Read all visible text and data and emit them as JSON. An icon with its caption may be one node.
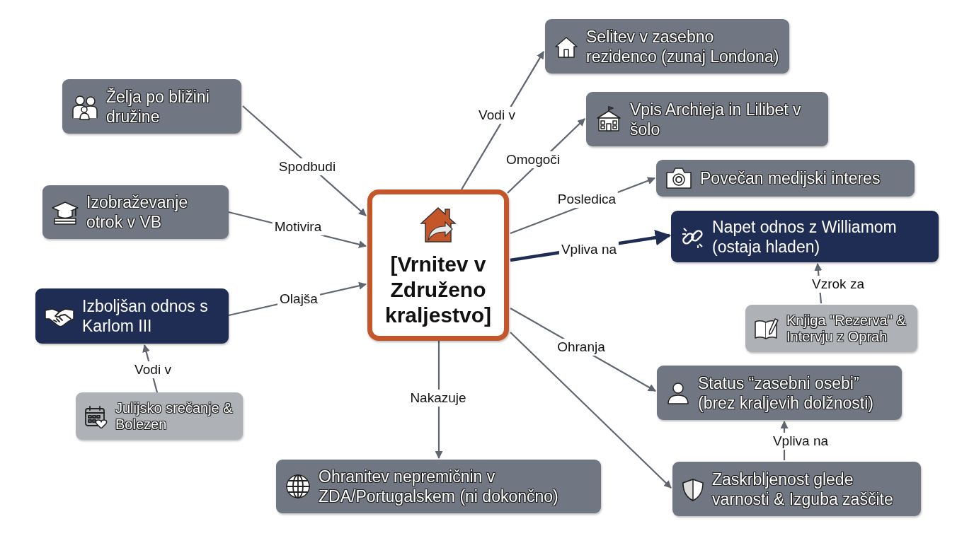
{
  "diagram": {
    "nodes": [
      {
        "text": [
          "[Vrnitev v Združeno kraljestvo]"
        ]
      },
      {
        "text": [
          "Želja po bližini družine"
        ]
      },
      {
        "text": [
          "Izobraževanje otrok v VB"
        ]
      },
      {
        "text": [
          "Izboljšan odnos s Karlom III"
        ]
      },
      {
        "text": [
          "Julijsko srečanje & Bolezen"
        ]
      },
      {
        "text": [
          "Selitev v zasebno rezidenco (zunaj Londona)"
        ]
      },
      {
        "text": [
          "Vpis Archieja in Lilibet v šolo"
        ]
      },
      {
        "text": [
          "Povečan medijski interes"
        ]
      },
      {
        "text": [
          "Napet odnos z Williamom (ostaja hladen)"
        ]
      },
      {
        "text": [
          "Knjiga \"Rezerva\" & Intervju z Oprah"
        ]
      },
      {
        "text": [
          "Status “zasebni osebi” (brez kraljevih dolžnosti)"
        ]
      },
      {
        "text": [
          "Ohranitev nepremičnin v ZDA/Portugalskem (ni dokončno)"
        ]
      },
      {
        "text": [
          "Zaskrbljenost glede varnosti & Izguba zaščite"
        ]
      }
    ],
    "edges": [
      {
        "from": 1,
        "to": 0,
        "arrow": "to",
        "label": "Spodbudi"
      },
      {
        "from": 2,
        "to": 0,
        "arrow": "to",
        "label": "Motivira"
      },
      {
        "from": 3,
        "to": 0,
        "arrow": "to",
        "label": "Olajša"
      },
      {
        "from": 4,
        "to": 3,
        "arrow": "to",
        "label": "Vodi v"
      },
      {
        "from": 0,
        "to": 5,
        "arrow": "to",
        "label": "Vodi v"
      },
      {
        "from": 0,
        "to": 6,
        "arrow": "to",
        "label": "Omogoči"
      },
      {
        "from": 0,
        "to": 7,
        "arrow": "to",
        "label": "Posledica"
      },
      {
        "from": 0,
        "to": 8,
        "arrow": "to",
        "label": "Vpliva na",
        "style": "thick",
        "color": "#1f2d55"
      },
      {
        "from": 9,
        "to": 8,
        "arrow": "to",
        "label": "Vzrok za"
      },
      {
        "from": 0,
        "to": 10,
        "arrow": "to",
        "label": "Ohranja"
      },
      {
        "from": 0,
        "to": 11,
        "arrow": "to",
        "label": "Nakazuje"
      },
      {
        "from": 0,
        "to": 12,
        "arrow": "to"
      },
      {
        "from": 12,
        "to": 10,
        "arrow": "to",
        "label": "Vpliva na"
      }
    ]
  }
}
